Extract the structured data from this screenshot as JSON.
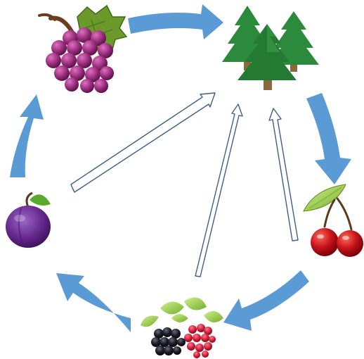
{
  "diagram": {
    "nodes": [
      {
        "id": "grapes",
        "icon": "grapes-icon"
      },
      {
        "id": "trees",
        "icon": "pine-trees-icon"
      },
      {
        "id": "cherries",
        "icon": "cherries-icon"
      },
      {
        "id": "berries",
        "icon": "berries-icon"
      },
      {
        "id": "plum",
        "icon": "plum-icon"
      }
    ],
    "cycle_edges": [
      {
        "from": "grapes",
        "to": "trees"
      },
      {
        "from": "trees",
        "to": "cherries"
      },
      {
        "from": "cherries",
        "to": "berries"
      },
      {
        "from": "berries",
        "to": "plum"
      },
      {
        "from": "plum",
        "to": "grapes"
      }
    ],
    "hollow_edges": [
      {
        "from": "plum",
        "to": "trees"
      },
      {
        "from": "berries",
        "to": "trees"
      },
      {
        "from": "cherries",
        "to": "trees"
      }
    ],
    "colors": {
      "cycle_arrow": "#5b9bd5",
      "hollow_arrow_stroke": "#4a6f98",
      "grape": "#8e2a72",
      "tree": "#2d8a3a",
      "cherry": "#c41a1a",
      "plum": "#6b2c8f",
      "leaf": "#8cc63f"
    }
  }
}
